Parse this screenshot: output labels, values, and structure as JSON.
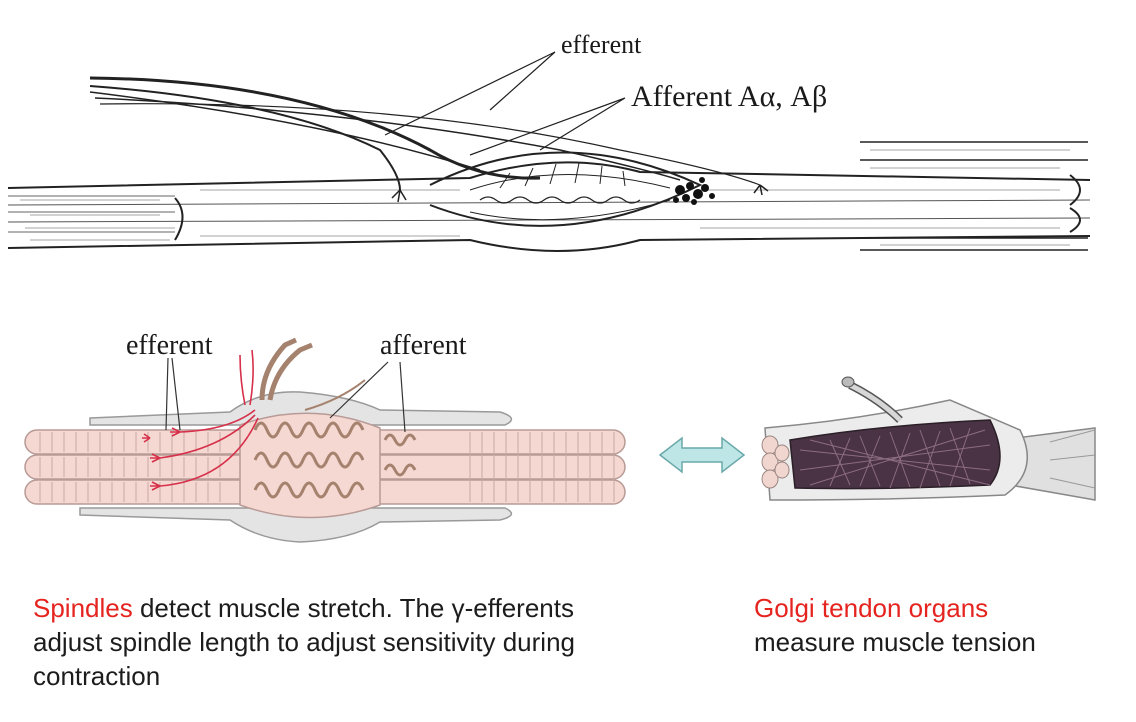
{
  "top_diagram": {
    "label_efferent": "efferent",
    "label_afferent": "Afferent Aα, Aβ"
  },
  "spindle_diagram": {
    "label_efferent": "efferent",
    "label_afferent": "afferent"
  },
  "captions": {
    "spindle": {
      "highlight": "Spindles",
      "rest": " detect muscle stretch. The γ-efferents adjust spindle length to adjust sensitivity during contraction"
    },
    "golgi": {
      "highlight": "Golgi tendon organs",
      "rest": "measure muscle tension"
    }
  },
  "colors": {
    "highlight_red": "#e5231f",
    "muscle_pink": "#f6d8d2",
    "nerve_red": "#d6304a",
    "capsule_gray": "#dcdcdc",
    "arrow_teal": "#bfe6e6",
    "golgi_dark": "#4a3344"
  },
  "icons": {
    "double_arrow": "double-headed-arrow-icon"
  }
}
